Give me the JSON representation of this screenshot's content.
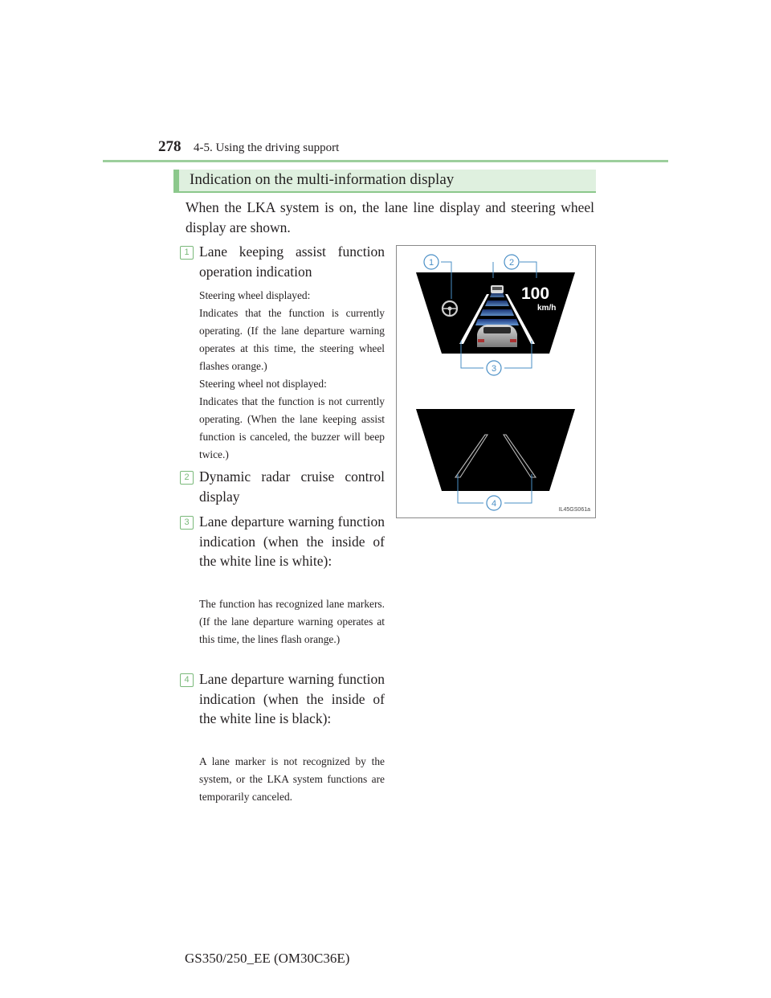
{
  "header": {
    "page_number": "278",
    "section": "4-5. Using the driving support"
  },
  "heading": "Indication on the multi-information display",
  "intro": "When the LKA system is on, the lane line display and steering wheel display are shown.",
  "items": [
    {
      "number": "1",
      "title": "Lane keeping assist function operation indication",
      "description": [
        "Steering wheel displayed:",
        "Indicates that the function is currently operating. (If the lane departure warning operates at this time, the steering wheel flashes orange.)",
        "Steering wheel not displayed:",
        "Indicates that the function is not currently operating. (When the lane keeping assist function is canceled, the buzzer will beep twice.)"
      ]
    },
    {
      "number": "2",
      "title": "Dynamic radar cruise control display",
      "description": []
    },
    {
      "number": "3",
      "title": "Lane departure warning function indication (when the inside of the white line is white):",
      "description": [
        "The function has recognized lane markers. (If the lane departure warning operates at this time, the lines flash orange.)"
      ]
    },
    {
      "number": "4",
      "title": "Lane departure warning function indication (when the inside of the white line is black):",
      "description": [
        "A lane marker is not recognized by the system, or the LKA system functions are temporarily canceled."
      ]
    }
  ],
  "figure": {
    "callouts": [
      "1",
      "2",
      "3",
      "4"
    ],
    "speed_value": "100",
    "speed_unit": "km/h",
    "image_code": "IL45GS061a"
  },
  "footer": {
    "model_code": "GS350/250_EE (OM30C36E)"
  },
  "colors": {
    "accent_green": "#8cc88c",
    "heading_bg": "#dff0df",
    "display_bg": "#000000",
    "callout_line": "#4a8fc6"
  }
}
